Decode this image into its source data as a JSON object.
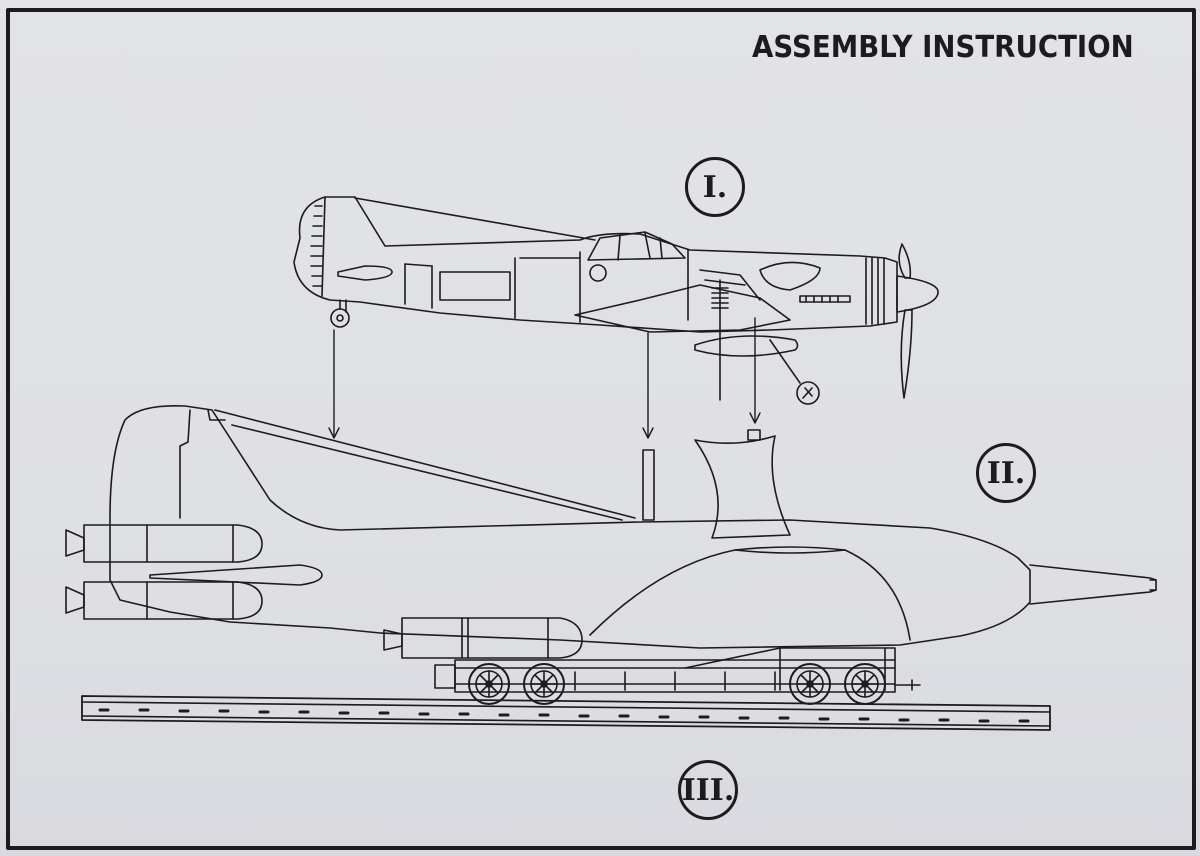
{
  "header": {
    "title": "ASSEMBLY INSTRUCTION"
  },
  "steps": [
    {
      "label": "I."
    },
    {
      "label": "II."
    },
    {
      "label": "III."
    }
  ],
  "colors": {
    "ink": "#1c1c1e",
    "paper": "#e0e1e5"
  }
}
